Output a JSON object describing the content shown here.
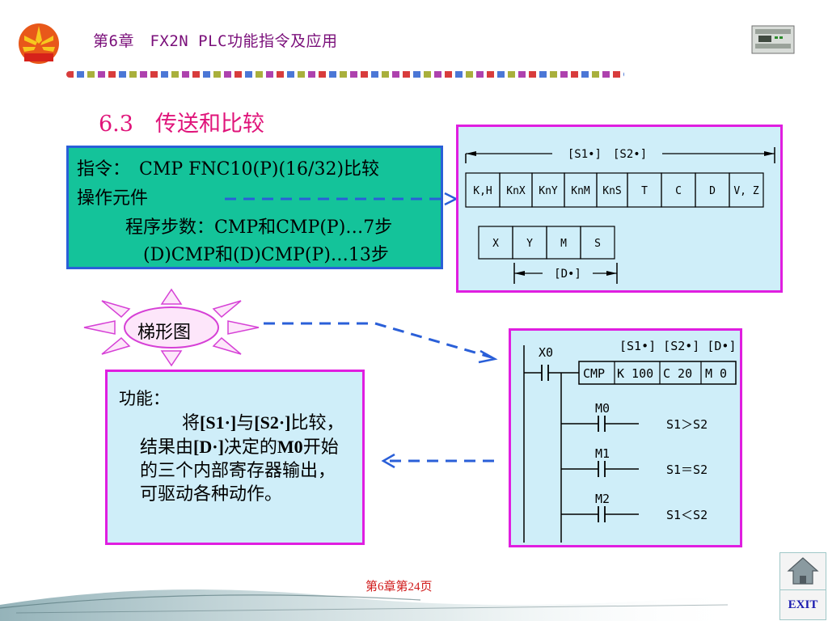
{
  "header": {
    "title": "第6章　FX2N PLC功能指令及应用"
  },
  "section": {
    "title": "6.3　传送和比较"
  },
  "instruction_box": {
    "line1": "指令：　CMP FNC10(P)(16/32)比较",
    "line2": "操作元件",
    "line3": "程序步数：CMP和CMP(P)…7步",
    "line4": "(D)CMP和(D)CMP(P)…13步"
  },
  "operand_diagram": {
    "source_label": "[S1•]　[S2•]",
    "source_cells": [
      "K,H",
      "KnX",
      "KnY",
      "KnM",
      "KnS",
      "T",
      "C",
      "D",
      "V, Z"
    ],
    "dest_cells": [
      "X",
      "Y",
      "M",
      "S"
    ],
    "dest_label": "[D•]"
  },
  "ladder_label": "梯形图",
  "ladder": {
    "input_contact": "X0",
    "operand_header": "[S1•] [S2•] [D•]",
    "instruction": "CMP",
    "s1": "K 100",
    "s2": "C 20",
    "d": "M 0",
    "outputs": [
      {
        "contact": "M0",
        "condition": "S1＞S2"
      },
      {
        "contact": "M1",
        "condition": "S1＝S2"
      },
      {
        "contact": "M2",
        "condition": "S1＜S2"
      }
    ]
  },
  "function_box": {
    "title": "功能：",
    "p1": "将",
    "s1": "[S1·]",
    "p2": "与",
    "s2": "[S2·]",
    "p3": "比较，结果由",
    "d": "[D·]",
    "p4": "决定的",
    "m0": "M0",
    "p5": "开始的三个内部寄存器输出，可驱动各种动作。"
  },
  "footer": {
    "page": "第6章第24页"
  },
  "nav": {
    "exit_label": "EXIT"
  },
  "colors": {
    "accent_magenta": "#e01ee0",
    "panel_green": "#14c39a",
    "panel_blue_border": "#2a5fd8",
    "panel_light": "#cfeef9",
    "title_pink": "#e0147a",
    "arrow_blue": "#2a5fd8"
  }
}
